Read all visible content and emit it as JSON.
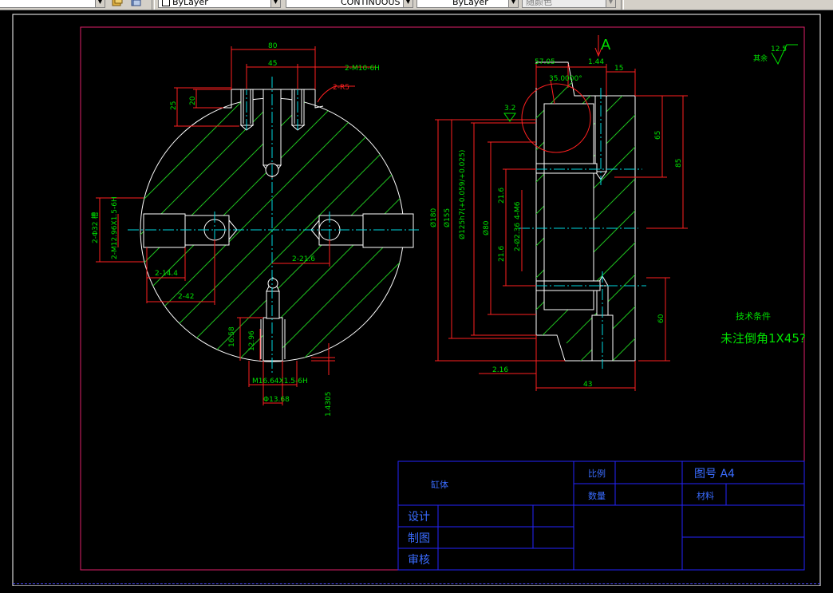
{
  "toolbar": {
    "layer_state": "ByLayer",
    "linetype_value": "CONTINUOUS",
    "lineweight_value": "ByLayer",
    "plotstyle_value": "随颜色"
  },
  "drawing": {
    "dims_left": {
      "d80": "80",
      "d45": "45",
      "m10": "2-M10-6H",
      "r5": "2-R5",
      "d25": "25",
      "d20": "20",
      "phi32": "2-Φ32 槽",
      "m12": "2-M12.96X1.5-6H",
      "d144": "2-14.4",
      "d42": "2-42",
      "d216": "2-21.6",
      "d1658": "16.58",
      "d1296": "12.96",
      "m1664": "M16.64X1.5-6H",
      "phi1368": "Φ13.68",
      "d14305": "1.4305"
    },
    "dims_right": {
      "a_marker": "A",
      "d5705": "57.05",
      "d144": "1.44",
      "d15": "15",
      "angle": "35.0000°",
      "rough32": "3.2",
      "d65": "65",
      "d85": "85",
      "phi180": "Ø180",
      "phi155": "Ø155",
      "phi125": "Ø125h7(+0.059/+0.025)",
      "phi80": "Ø80",
      "d216a": "21.6",
      "m6": "4-M6",
      "d216b": "21.6",
      "phi36": "2-Ø2.36",
      "d60": "60",
      "d216c": "2.16",
      "d43": "43"
    },
    "roughness": {
      "value": "12.5",
      "label": "其余"
    },
    "tech": {
      "title": "技术条件",
      "note": "未注倒角1X45?"
    },
    "title_block": {
      "part_name": "缸体",
      "scale_label": "比例",
      "qty_label": "数量",
      "drawing_no": "图号 A4",
      "material_label": "材料",
      "design_label": "设计",
      "draw_label": "制图",
      "review_label": "审核"
    }
  }
}
